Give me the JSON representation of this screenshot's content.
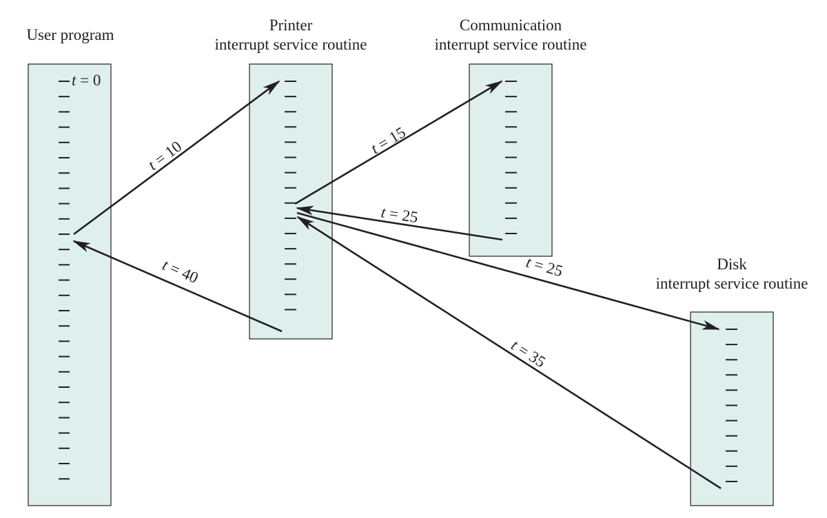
{
  "colors": {
    "box_fill": "#dff0ec",
    "stroke": "#231f20",
    "text": "#231f20"
  },
  "columns": {
    "user": {
      "title_lines": [
        "User program"
      ],
      "start_label": "t = 0"
    },
    "printer": {
      "title_lines": [
        "Printer",
        "interrupt service routine"
      ]
    },
    "communication": {
      "title_lines": [
        "Communication",
        "interrupt service routine"
      ]
    },
    "disk": {
      "title_lines": [
        "Disk",
        "interrupt service routine"
      ]
    }
  },
  "transitions": [
    {
      "id": "user-to-printer",
      "from": "User program",
      "to": "Printer interrupt service routine",
      "time": "10"
    },
    {
      "id": "printer-to-comm",
      "from": "Printer interrupt service routine",
      "to": "Communication interrupt service routine",
      "time": "15"
    },
    {
      "id": "comm-to-printer",
      "from": "Communication interrupt service routine",
      "to": "Printer interrupt service routine",
      "time": "25"
    },
    {
      "id": "printer-to-disk",
      "from": "Printer interrupt service routine",
      "to": "Disk interrupt service routine",
      "time": "25"
    },
    {
      "id": "disk-to-printer",
      "from": "Disk interrupt service routine",
      "to": "Printer interrupt service routine",
      "time": "35"
    },
    {
      "id": "printer-to-user",
      "from": "Printer interrupt service routine",
      "to": "User program",
      "time": "40"
    }
  ],
  "time_prefix": "t",
  "equals_sign": "="
}
